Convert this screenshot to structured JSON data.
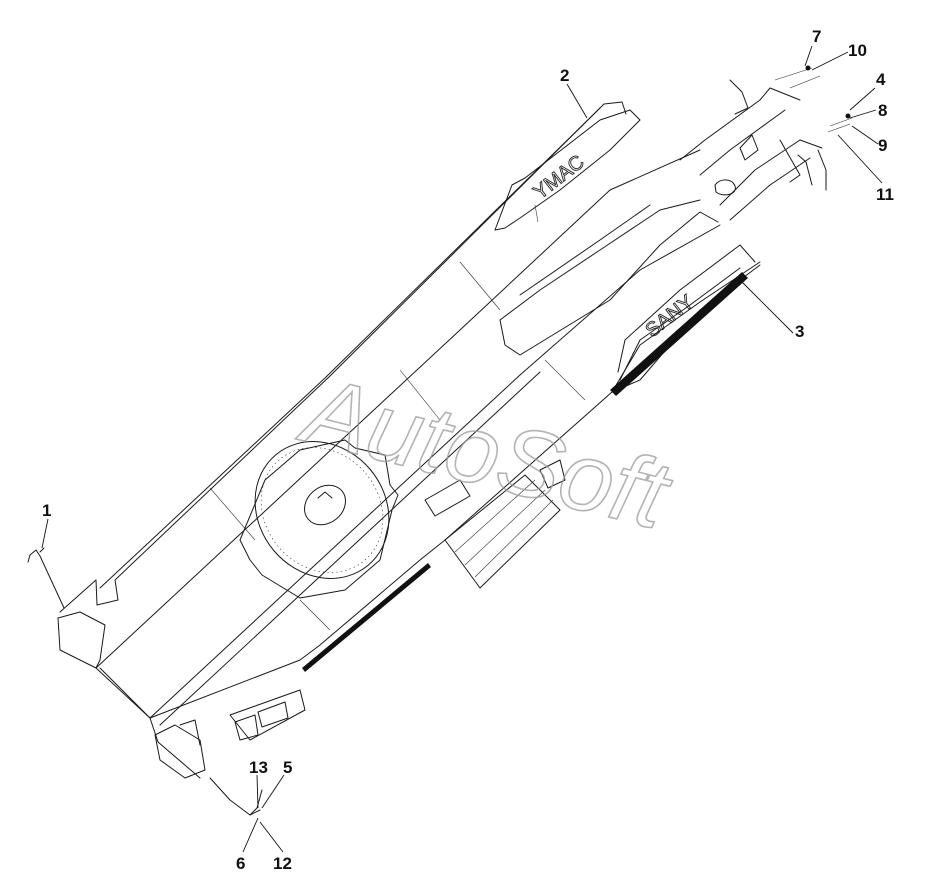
{
  "drawing": {
    "callouts": [
      "1",
      "2",
      "3",
      "4",
      "5",
      "6",
      "7",
      "8",
      "9",
      "10",
      "11",
      "12",
      "13"
    ],
    "part_markings": {
      "upper_side": "YMAC",
      "lower_side": "SANY"
    },
    "watermark": "AutoSoft"
  },
  "colors": {
    "line": "#1a1a1a",
    "background": "#ffffff",
    "watermark": "#9a9a9a"
  }
}
